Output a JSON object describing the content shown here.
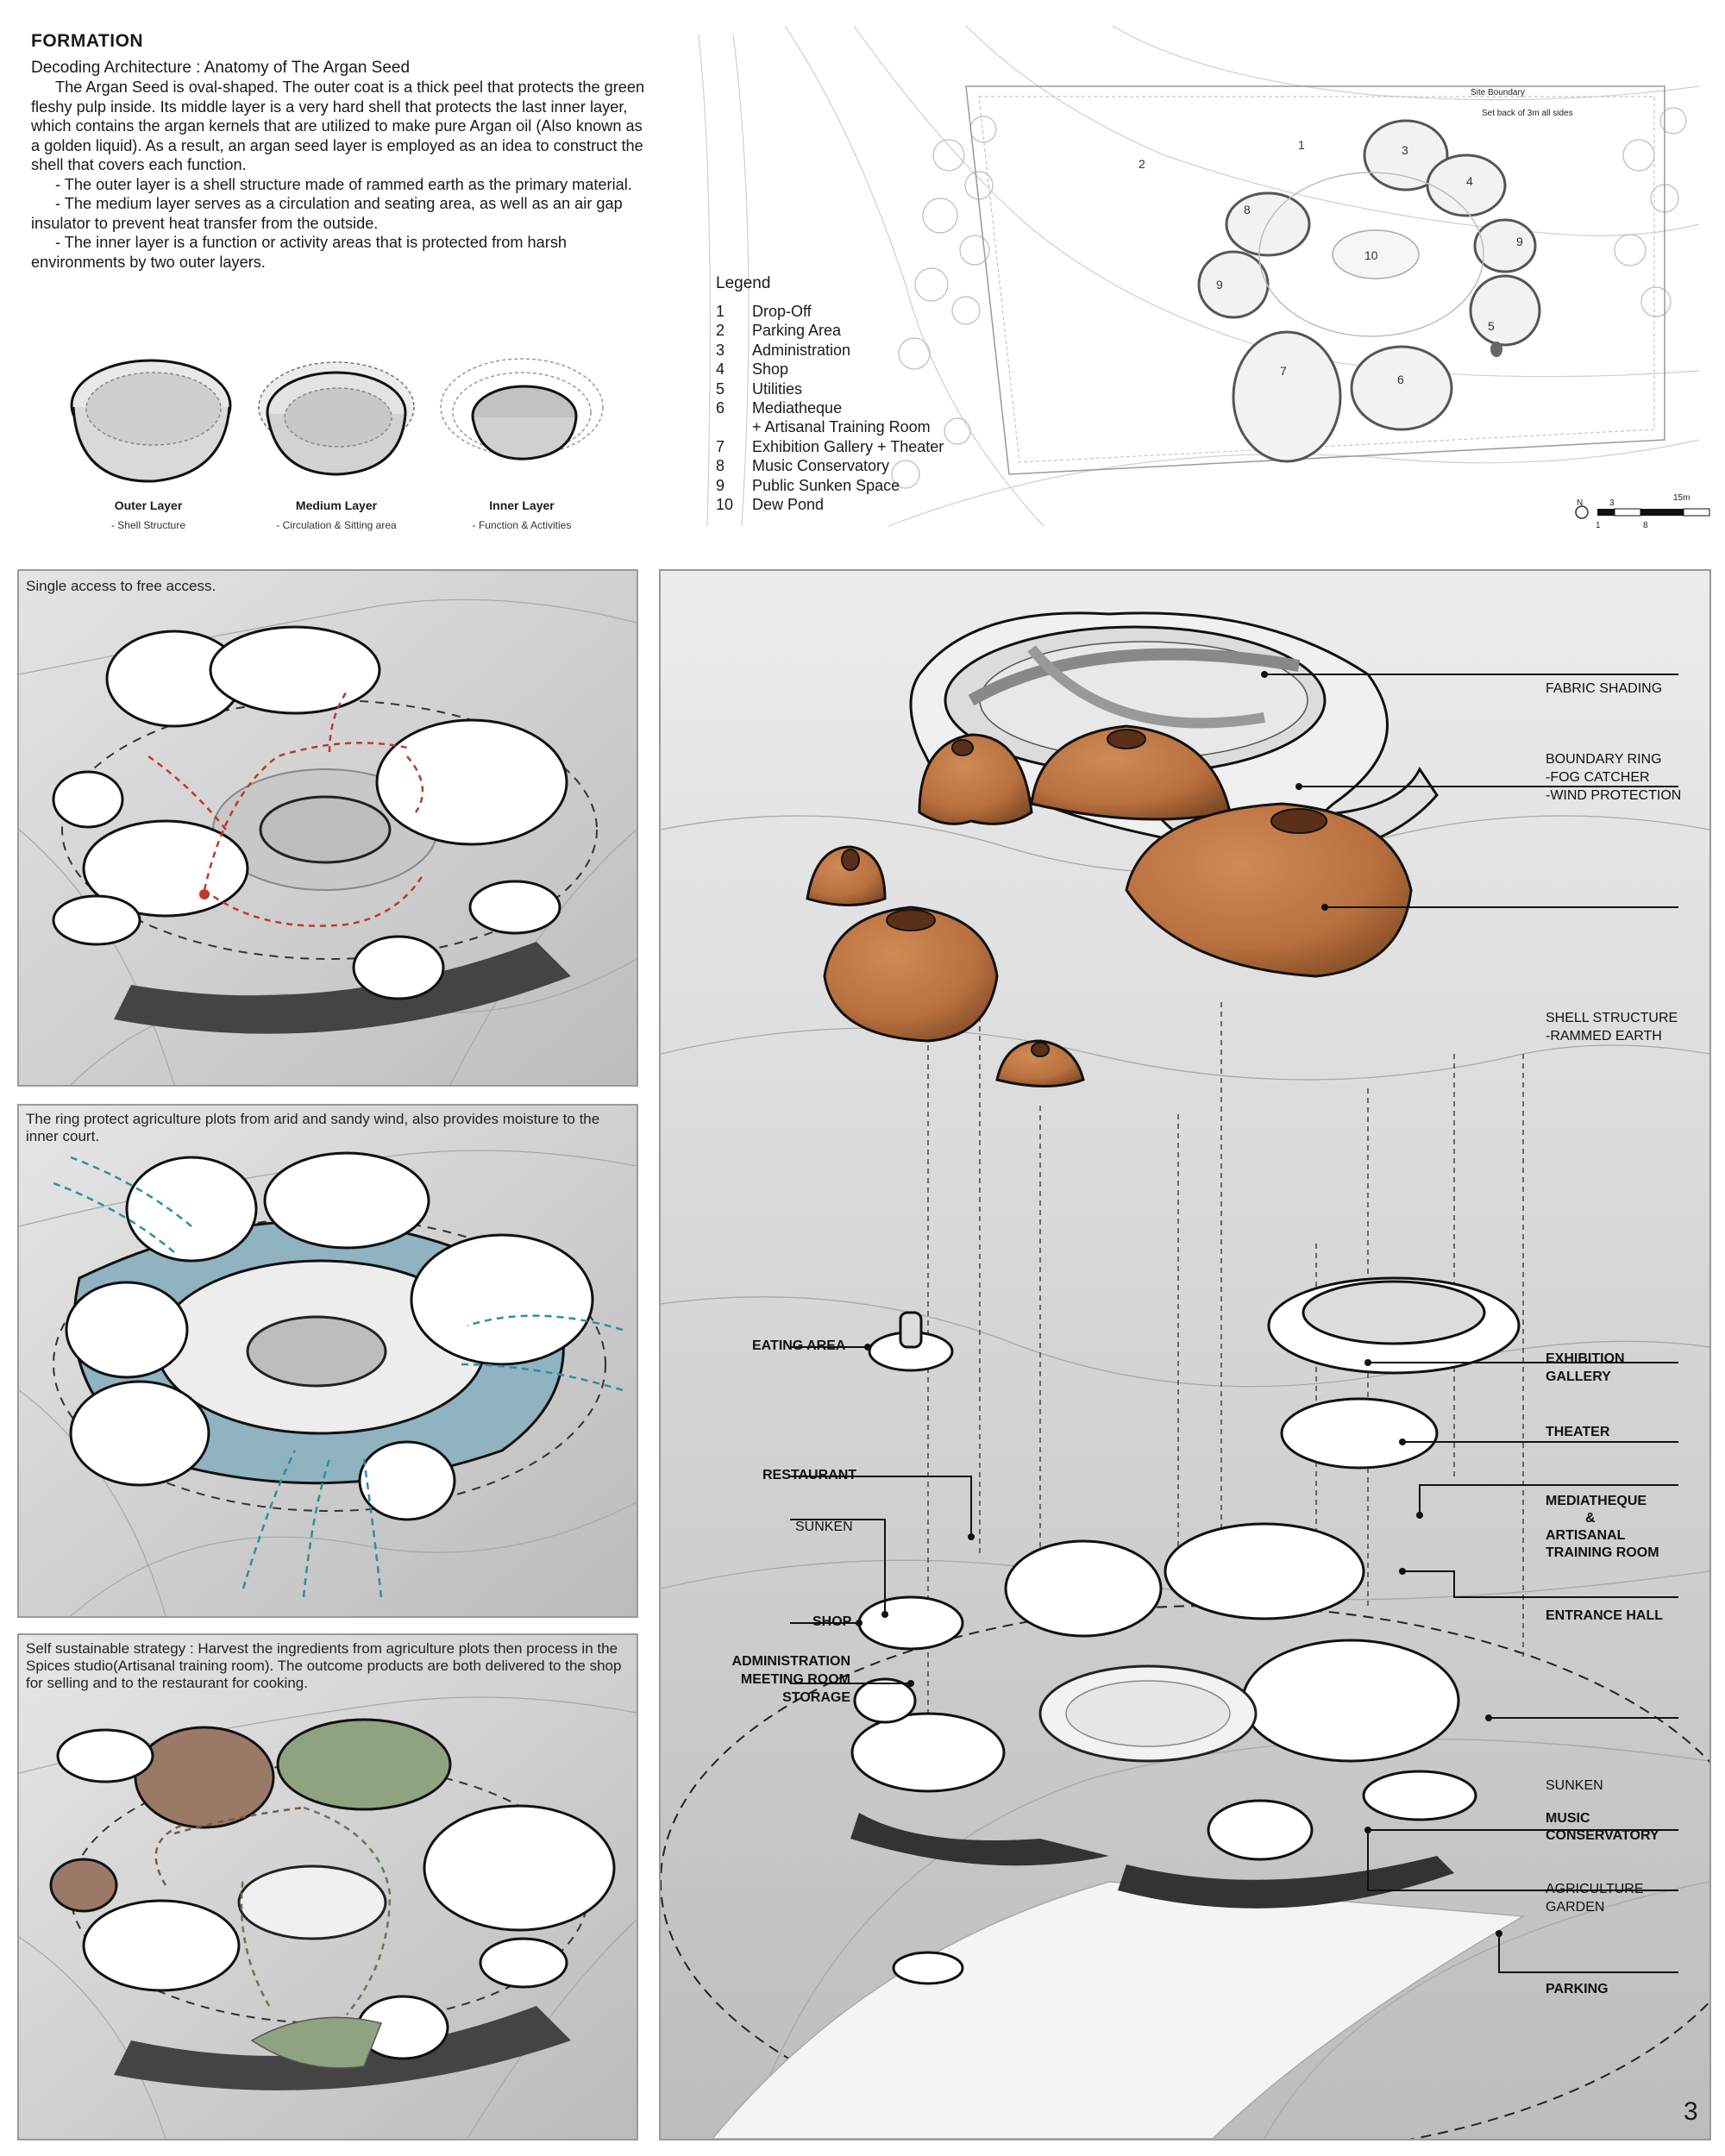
{
  "formation": {
    "title": "FORMATION",
    "subtitle": "Decoding Architecture : Anatomy of The Argan Seed",
    "paragraphs": [
      "The Argan Seed is oval-shaped. The outer coat is a thick peel that protects the green fleshy pulp inside. Its middle layer is a very hard shell that protects the last inner layer, which contains the argan kernels that are utilized to make pure Argan oil (Also known as a golden liquid). As a result, an argan seed layer is employed as an idea to construct the shell that covers each function.",
      "- The outer layer is a shell structure made of rammed earth as the primary material.",
      "- The medium layer serves as a circulation and seating area, as well as an air gap insulator to prevent heat transfer from the outside.",
      "- The inner layer is a function or activity areas that is protected from harsh environments by two outer layers."
    ],
    "layers": [
      {
        "label": "Outer Layer",
        "desc": "- Shell Structure"
      },
      {
        "label": "Medium Layer",
        "desc": "- Circulation & Sitting area"
      },
      {
        "label": "Inner Layer",
        "desc": "- Function & Activities"
      }
    ]
  },
  "site_plan": {
    "boundary_note": "Site Boundary",
    "setback_note": "Set back of 3m all sides",
    "zone_numbers": [
      "1",
      "2",
      "3",
      "4",
      "5",
      "6",
      "7",
      "8",
      "9",
      "9",
      "10"
    ],
    "north": "N",
    "scale": {
      "a": "3",
      "b": "15m",
      "c": "1",
      "d": "8"
    }
  },
  "legend": {
    "title": "Legend",
    "items": [
      {
        "num": "1",
        "label": "Drop-Off"
      },
      {
        "num": "2",
        "label": "Parking Area"
      },
      {
        "num": "3",
        "label": "Administration"
      },
      {
        "num": "4",
        "label": "Shop"
      },
      {
        "num": "5",
        "label": "Utilities"
      },
      {
        "num": "6",
        "label": "Mediatheque"
      },
      {
        "num": "",
        "label": "+ Artisanal Training Room"
      },
      {
        "num": "7",
        "label": "Exhibition Gallery + Theater"
      },
      {
        "num": "8",
        "label": "Music Conservatory"
      },
      {
        "num": "9",
        "label": "Public Sunken Space"
      },
      {
        "num": "10",
        "label": "Dew Pond"
      }
    ]
  },
  "panels": {
    "access": "Single access to free access.",
    "ring": "The ring protect agriculture plots from arid and sandy wind, also provides moisture to the inner court.",
    "sustain": "Self sustainable strategy : Harvest the ingredients from agriculture plots then process in the Spices studio(Artisanal training room). The outcome products are both delivered to the shop for selling and to the restaurant for cooking."
  },
  "exploded": {
    "right_callouts": {
      "fabric": "FABRIC SHADING",
      "ring1": "BOUNDARY RING",
      "ring2": "-FOG CATCHER",
      "ring3": "-WIND PROTECTION",
      "shell1": "SHELL STRUCTURE",
      "shell2": "-RAMMED EARTH",
      "exh1": "EXHIBITION",
      "exh2": "GALLERY",
      "theater": "THEATER",
      "med1": "MEDIATHEQUE",
      "med2": "&",
      "med3": "ARTISANAL",
      "med4": "TRAINING ROOM",
      "entrance": "ENTRANCE HALL",
      "sunken": "SUNKEN",
      "music1": "MUSIC",
      "music2": "CONSERVATORY",
      "agri1": "AGRICULTURE",
      "agri2": "GARDEN",
      "parking": "PARKING"
    },
    "left_callouts": {
      "eating": "EATING AREA",
      "restaurant": "RESTAURANT",
      "sunken": "SUNKEN",
      "shop": "SHOP",
      "admin1": "ADMINISTRATION",
      "admin2": "MEETING ROOM",
      "admin3": "STORAGE"
    }
  },
  "page_number": "3",
  "colors": {
    "shell": "#b8703f",
    "shell_dark": "#7a4420",
    "ring_blue": "#8fb3c0",
    "arrow_red": "#c0392b",
    "arrow_teal": "#2a8fa3",
    "brown_zone": "#9a7a66",
    "green_zone": "#8fa380",
    "panel_bg": "#d6d6d6"
  }
}
